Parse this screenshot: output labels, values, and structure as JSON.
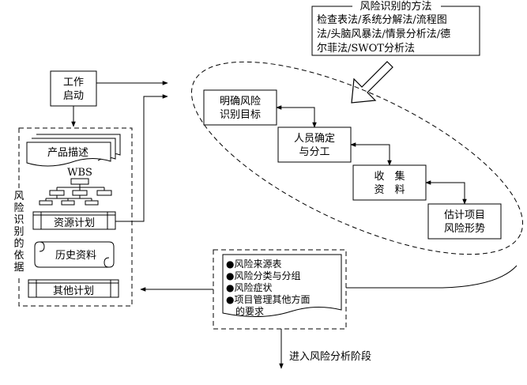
{
  "methods_box": {
    "title": "风险识别的方法",
    "lines": [
      "检查表法/系统分解法/流程图",
      "法/头脑风暴法/情景分析法/德",
      "尔菲法/SWOT分析法"
    ]
  },
  "start_box": [
    "工作",
    "启动"
  ],
  "basis_group": {
    "label": [
      "风",
      "险",
      "识",
      "别",
      "的",
      "依",
      "据"
    ],
    "product_desc": "产品描述",
    "wbs": "WBS",
    "resource_plan": "资源计划",
    "history": "历史资料",
    "other_plan": "其他计划"
  },
  "process_steps": [
    [
      "明确风险",
      "识别目标"
    ],
    [
      "人员确定",
      "与分工"
    ],
    [
      "收　集",
      "资　料"
    ],
    [
      "估计项目",
      "风险形势"
    ]
  ],
  "outputs": {
    "items": [
      "●风险来源表",
      "●风险分类与分组",
      "●风险症状",
      "●项目管理其他方面",
      "的要求"
    ]
  },
  "next_stage": "进入风险分析阶段",
  "colors": {
    "stroke": "#000000",
    "background": "#ffffff"
  }
}
